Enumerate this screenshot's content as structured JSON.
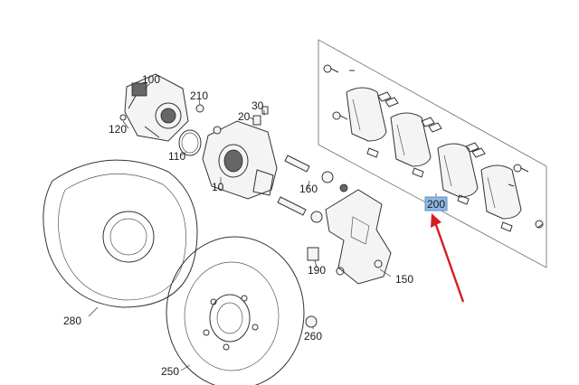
{
  "diagram": {
    "callouts": {
      "c100": "100",
      "c120": "120",
      "c110": "110",
      "c210": "210",
      "c30": "30",
      "c20": "20",
      "c10": "10",
      "c160": "160",
      "c200": "200",
      "c190": "190",
      "c150": "150",
      "c260": "260",
      "c280": "280",
      "c250": "250"
    },
    "highlight": {
      "callout": "200",
      "color": "#8fb7e3"
    },
    "annotation_arrow": {
      "color": "#d42020"
    }
  }
}
